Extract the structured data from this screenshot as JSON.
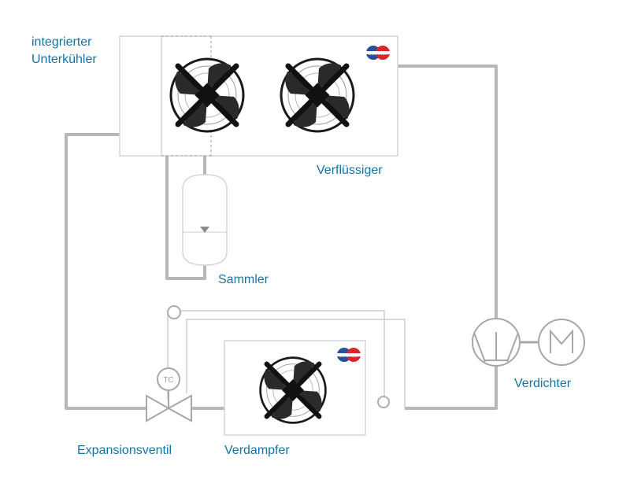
{
  "labels": {
    "subcooler_line1": "integrierter",
    "subcooler_line2": "Unterkühler",
    "condenser": "Verflüssiger",
    "receiver": "Sammler",
    "compressor": "Verdichter",
    "expansion_valve": "Expansionsventil",
    "evaporator": "Verdampfer",
    "tc_sensor": "TC"
  },
  "colors": {
    "label": "#1574a6",
    "pipe": "#b5b8bb",
    "unit_outline": "#d2d6d9",
    "fan_dark": "#151515",
    "brand_blue": "#2a4f9a",
    "brand_red": "#d9262c"
  },
  "icons": [
    "fan-icon",
    "brand-logo-icon",
    "compressor-symbol",
    "motor-symbol",
    "expansion-valve-symbol",
    "receiver-tank",
    "tc-sensor-symbol"
  ]
}
